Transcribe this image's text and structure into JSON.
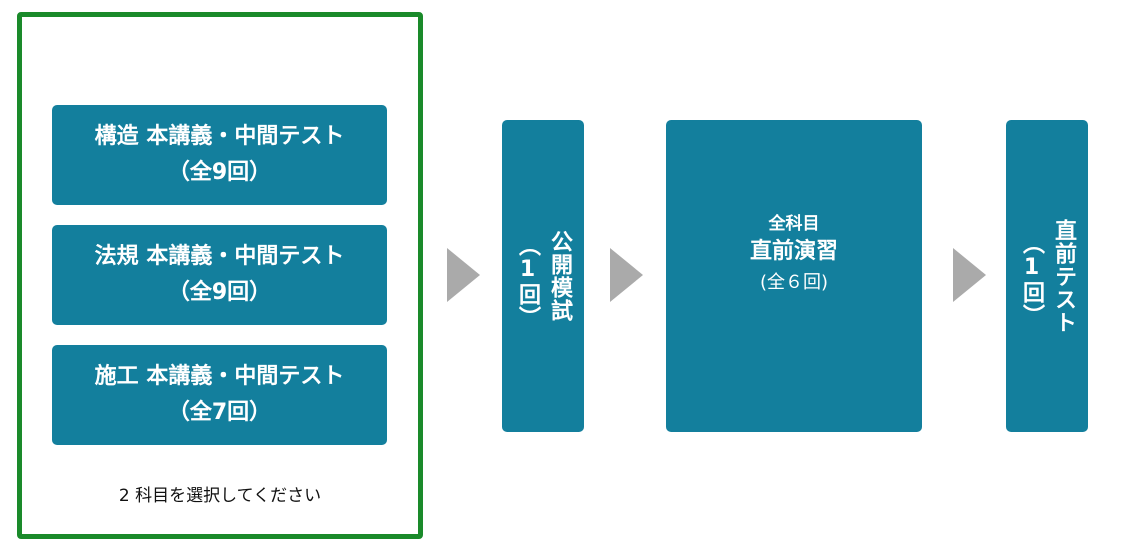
{
  "subjects_group": {
    "items": [
      {
        "title": "構造 本講義・中間テスト",
        "count": "（全9回）"
      },
      {
        "title": "法規 本講義・中間テスト",
        "count": "（全9回）"
      },
      {
        "title": "施工 本講義・中間テスト",
        "count": "（全7回）"
      }
    ],
    "note": "2 科目を選択してください"
  },
  "mock_exam": {
    "title": "公開模試",
    "count": "（1回）"
  },
  "final_practice": {
    "line1": "全科目",
    "line2": "直前演習",
    "line3": "(全６回)"
  },
  "final_test": {
    "title": "直前テスト",
    "count": "（1回）"
  },
  "colors": {
    "box": "#137f9d",
    "frame": "#1a8a2a",
    "arrow": "#aaaaaa"
  }
}
